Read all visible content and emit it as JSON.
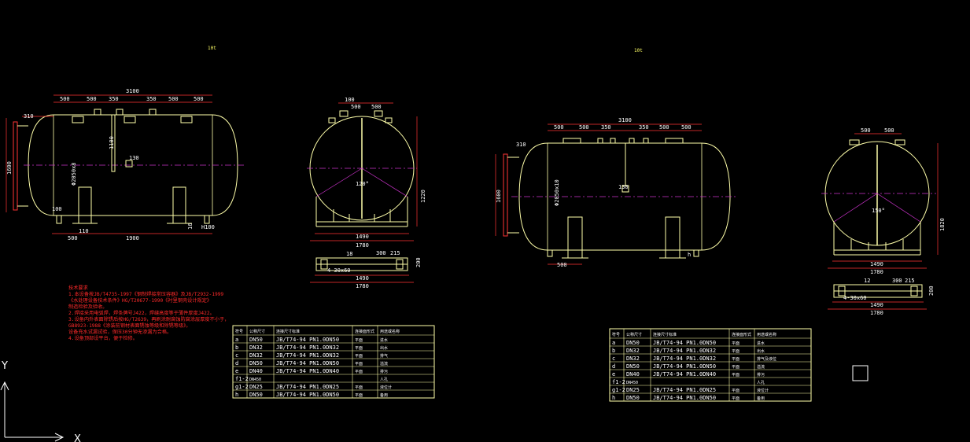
{
  "drawing": {
    "left_title": "10t",
    "right_title": "10t",
    "axis_y": "Y",
    "axis_x": "X"
  },
  "left_tank": {
    "top_dims": [
      "500",
      "500",
      "350",
      "350",
      "500",
      "500"
    ],
    "overall": "3100",
    "left_end": "310",
    "height_dim": "1600",
    "diameter": "Φ2050x8",
    "inner_height": "1100",
    "center_dim": "130",
    "bottom_left": "500",
    "bottom_mid": "1900",
    "leg_left": "100",
    "leg_right": "H100",
    "leg_small": "110",
    "right_small": "16"
  },
  "left_end_view": {
    "top_dims": [
      "100",
      "500",
      "500"
    ],
    "angle": "120°",
    "height": "1220",
    "base_inner": "1490",
    "base_outer": "1780",
    "saddle_dims": [
      "18",
      "300",
      "215"
    ],
    "saddle_hole": "4-30x60",
    "saddle_height": "200"
  },
  "right_tank": {
    "top_dims": [
      "500",
      "500",
      "350",
      "350",
      "500",
      "500"
    ],
    "overall": "3100",
    "left_end": "310",
    "height_dim": "1600",
    "diameter": "Φ2050x10",
    "center_dim": "130",
    "bottom_left": "500",
    "leg_label": "h"
  },
  "right_end_view": {
    "top_dims": [
      "500",
      "500"
    ],
    "angle": "150°",
    "height": "1820",
    "base_inner": "1490",
    "base_outer": "1780",
    "saddle_dims": [
      "12",
      "300",
      "215"
    ],
    "saddle_hole": "4-30x60",
    "saddle_height": "200"
  },
  "notes": {
    "lines": [
      "技术要求",
      "1.本设备按JB/T4735-1997《钢制焊接常压容器》及JB/T2932-1999",
      "《水处理设备技术条件》HG/T20677-1990《衬里钢壳设计规定》",
      "制造检验及验收。",
      "2.焊接采用电弧焊，焊条牌号J422，焊缝高度等于薄件厚度J422。",
      "3.设备内外表面除锈后按HG/T2639，再刷涂耐腐蚀防腐涂层厚度不小于，",
      "GB8923-1988《涂装前钢材表面锈蚀等级和除锈等级》。",
      "设备充水试漏试验，保压30分钟无渗漏为合格。",
      "4.设备顶部设平台，便于检修。"
    ]
  },
  "table_left": {
    "headers": [
      "符号",
      "公称尺寸",
      "连接尺寸标准",
      "连接面形式",
      "用途或名称"
    ],
    "rows": [
      [
        "a",
        "DN50",
        "JB/T74-94 PN1.0DN50",
        "平面",
        "进水"
      ],
      [
        "b",
        "DN32",
        "JB/T74-94 PN1.0DN32",
        "平面",
        "出水"
      ],
      [
        "c",
        "DN32",
        "JB/T74-94 PN1.0DN32",
        "平面",
        "排气"
      ],
      [
        "d",
        "DN50",
        "JB/T74-94 PN1.0DN50",
        "平面",
        "溢流"
      ],
      [
        "e",
        "DN40",
        "JB/T74-94 PN1.0DN40",
        "平面",
        "排污"
      ],
      [
        "f1-2",
        "DN450",
        "",
        "",
        "人孔"
      ],
      [
        "g1-2",
        "DN25",
        "JB/T74-94 PN1.0DN25",
        "平面",
        "液位计"
      ],
      [
        "h",
        "DN50",
        "JB/T74-94 PN1.0DN50",
        "平面",
        "备用"
      ]
    ]
  },
  "table_right": {
    "headers": [
      "符号",
      "公称尺寸",
      "连接尺寸标准",
      "连接面形式",
      "用途或名称"
    ],
    "rows": [
      [
        "a",
        "DN50",
        "JB/T74-94 PN1.0DN50",
        "平面",
        "进水"
      ],
      [
        "b",
        "DN32",
        "JB/T74-94 PN1.0DN32",
        "平面",
        "出水"
      ],
      [
        "c",
        "DN32",
        "JB/T74-94 PN1.0DN32",
        "平面",
        "排气及液位"
      ],
      [
        "d",
        "DN50",
        "JB/T74-94 PN1.0DN50",
        "平面",
        "溢流"
      ],
      [
        "e",
        "DN40",
        "JB/T74-94 PN1.0DN40",
        "平面",
        "排污"
      ],
      [
        "f1-2",
        "DN450",
        "",
        "",
        "人孔"
      ],
      [
        "g1-2",
        "DN25",
        "JB/T74-94 PN1.0DN25",
        "平面",
        "液位计"
      ],
      [
        "h",
        "DN50",
        "JB/T74-94 PN1.0DN50",
        "平面",
        "备用"
      ]
    ]
  },
  "colors": {
    "background": "#000000",
    "outline": "#ffffaa",
    "dimension": "#ff3333",
    "centerline": "#cc33cc",
    "text": "#ffffff",
    "title": "#ffff66",
    "notes": "#ff2a2a"
  }
}
